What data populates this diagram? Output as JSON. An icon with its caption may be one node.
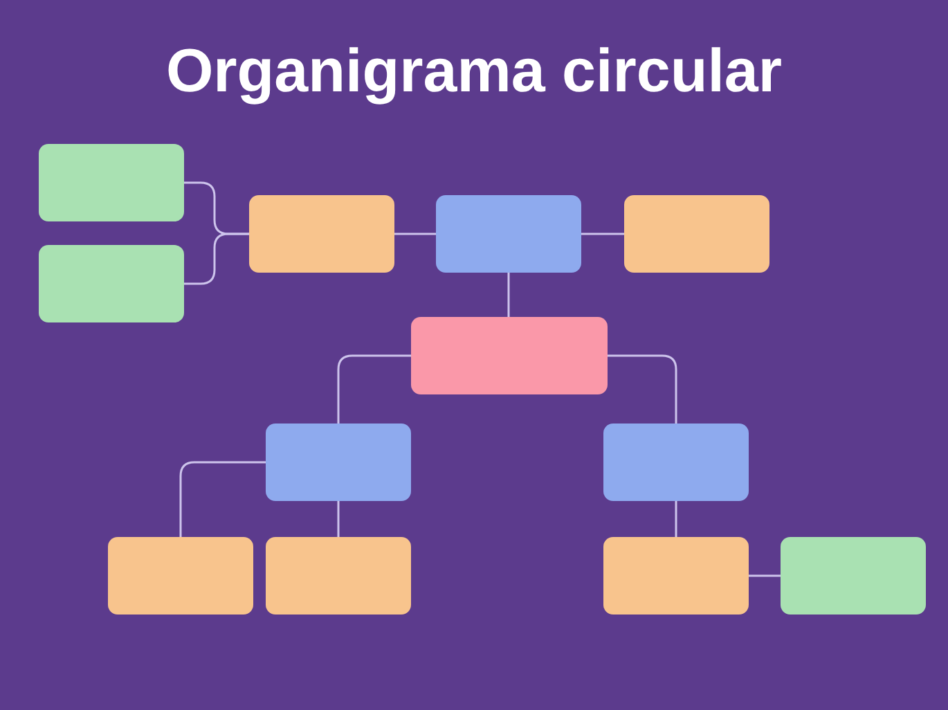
{
  "diagram": {
    "title": "Organigrama circular",
    "nodes": [
      {
        "text": [],
        "shape": "box"
      },
      {
        "text": [],
        "shape": "box"
      },
      {
        "text": [],
        "shape": "box"
      },
      {
        "text": [],
        "shape": "box"
      },
      {
        "text": [],
        "shape": "box"
      },
      {
        "text": [],
        "shape": "box"
      },
      {
        "text": [],
        "shape": "box"
      },
      {
        "text": [],
        "shape": "box"
      },
      {
        "text": [],
        "shape": "box"
      },
      {
        "text": [],
        "shape": "box"
      },
      {
        "text": [],
        "shape": "box"
      },
      {
        "text": [],
        "shape": "box"
      }
    ],
    "edges": [
      {
        "from": 0,
        "to": 2,
        "arrow": "none"
      },
      {
        "from": 1,
        "to": 2,
        "arrow": "none"
      },
      {
        "from": 2,
        "to": 3,
        "arrow": "none"
      },
      {
        "from": 3,
        "to": 4,
        "arrow": "none"
      },
      {
        "from": 3,
        "to": 5,
        "arrow": "none"
      },
      {
        "from": 5,
        "to": 6,
        "arrow": "none"
      },
      {
        "from": 5,
        "to": 7,
        "arrow": "none"
      },
      {
        "from": 6,
        "to": 8,
        "arrow": "none"
      },
      {
        "from": 6,
        "to": 9,
        "arrow": "none"
      },
      {
        "from": 7,
        "to": 10,
        "arrow": "none"
      },
      {
        "from": 10,
        "to": 11,
        "arrow": "none"
      }
    ]
  }
}
